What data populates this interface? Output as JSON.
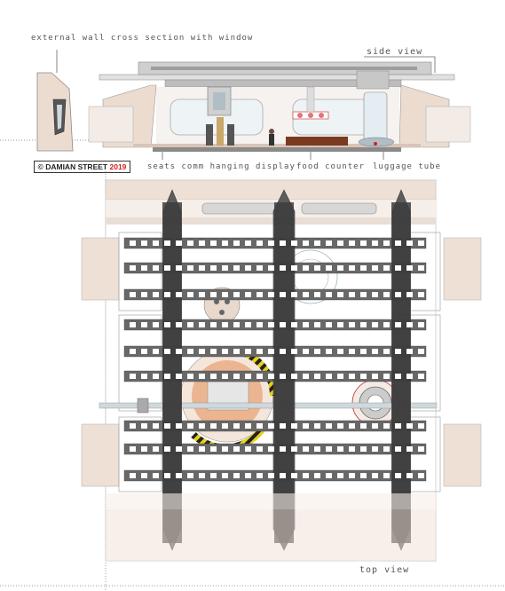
{
  "labels": {
    "wall_section": "external wall cross section with window",
    "side_view": "side view",
    "seats_comm": "seats comm hanging display",
    "food_counter": "food counter",
    "luggage_tube": "luggage tube",
    "top_view": "top view"
  },
  "credit": {
    "name": "© DAMIAN STREET",
    "year": "2019"
  },
  "colors": {
    "background": "#ffffff",
    "wall_tan": "#e8d6c8",
    "bench_gray": "#595959",
    "pillar_dark": "#4a4a4a",
    "hazard_yellow": "#e8d21a",
    "accent_red": "#d21f1f",
    "orange_platform": "#e8a070"
  }
}
